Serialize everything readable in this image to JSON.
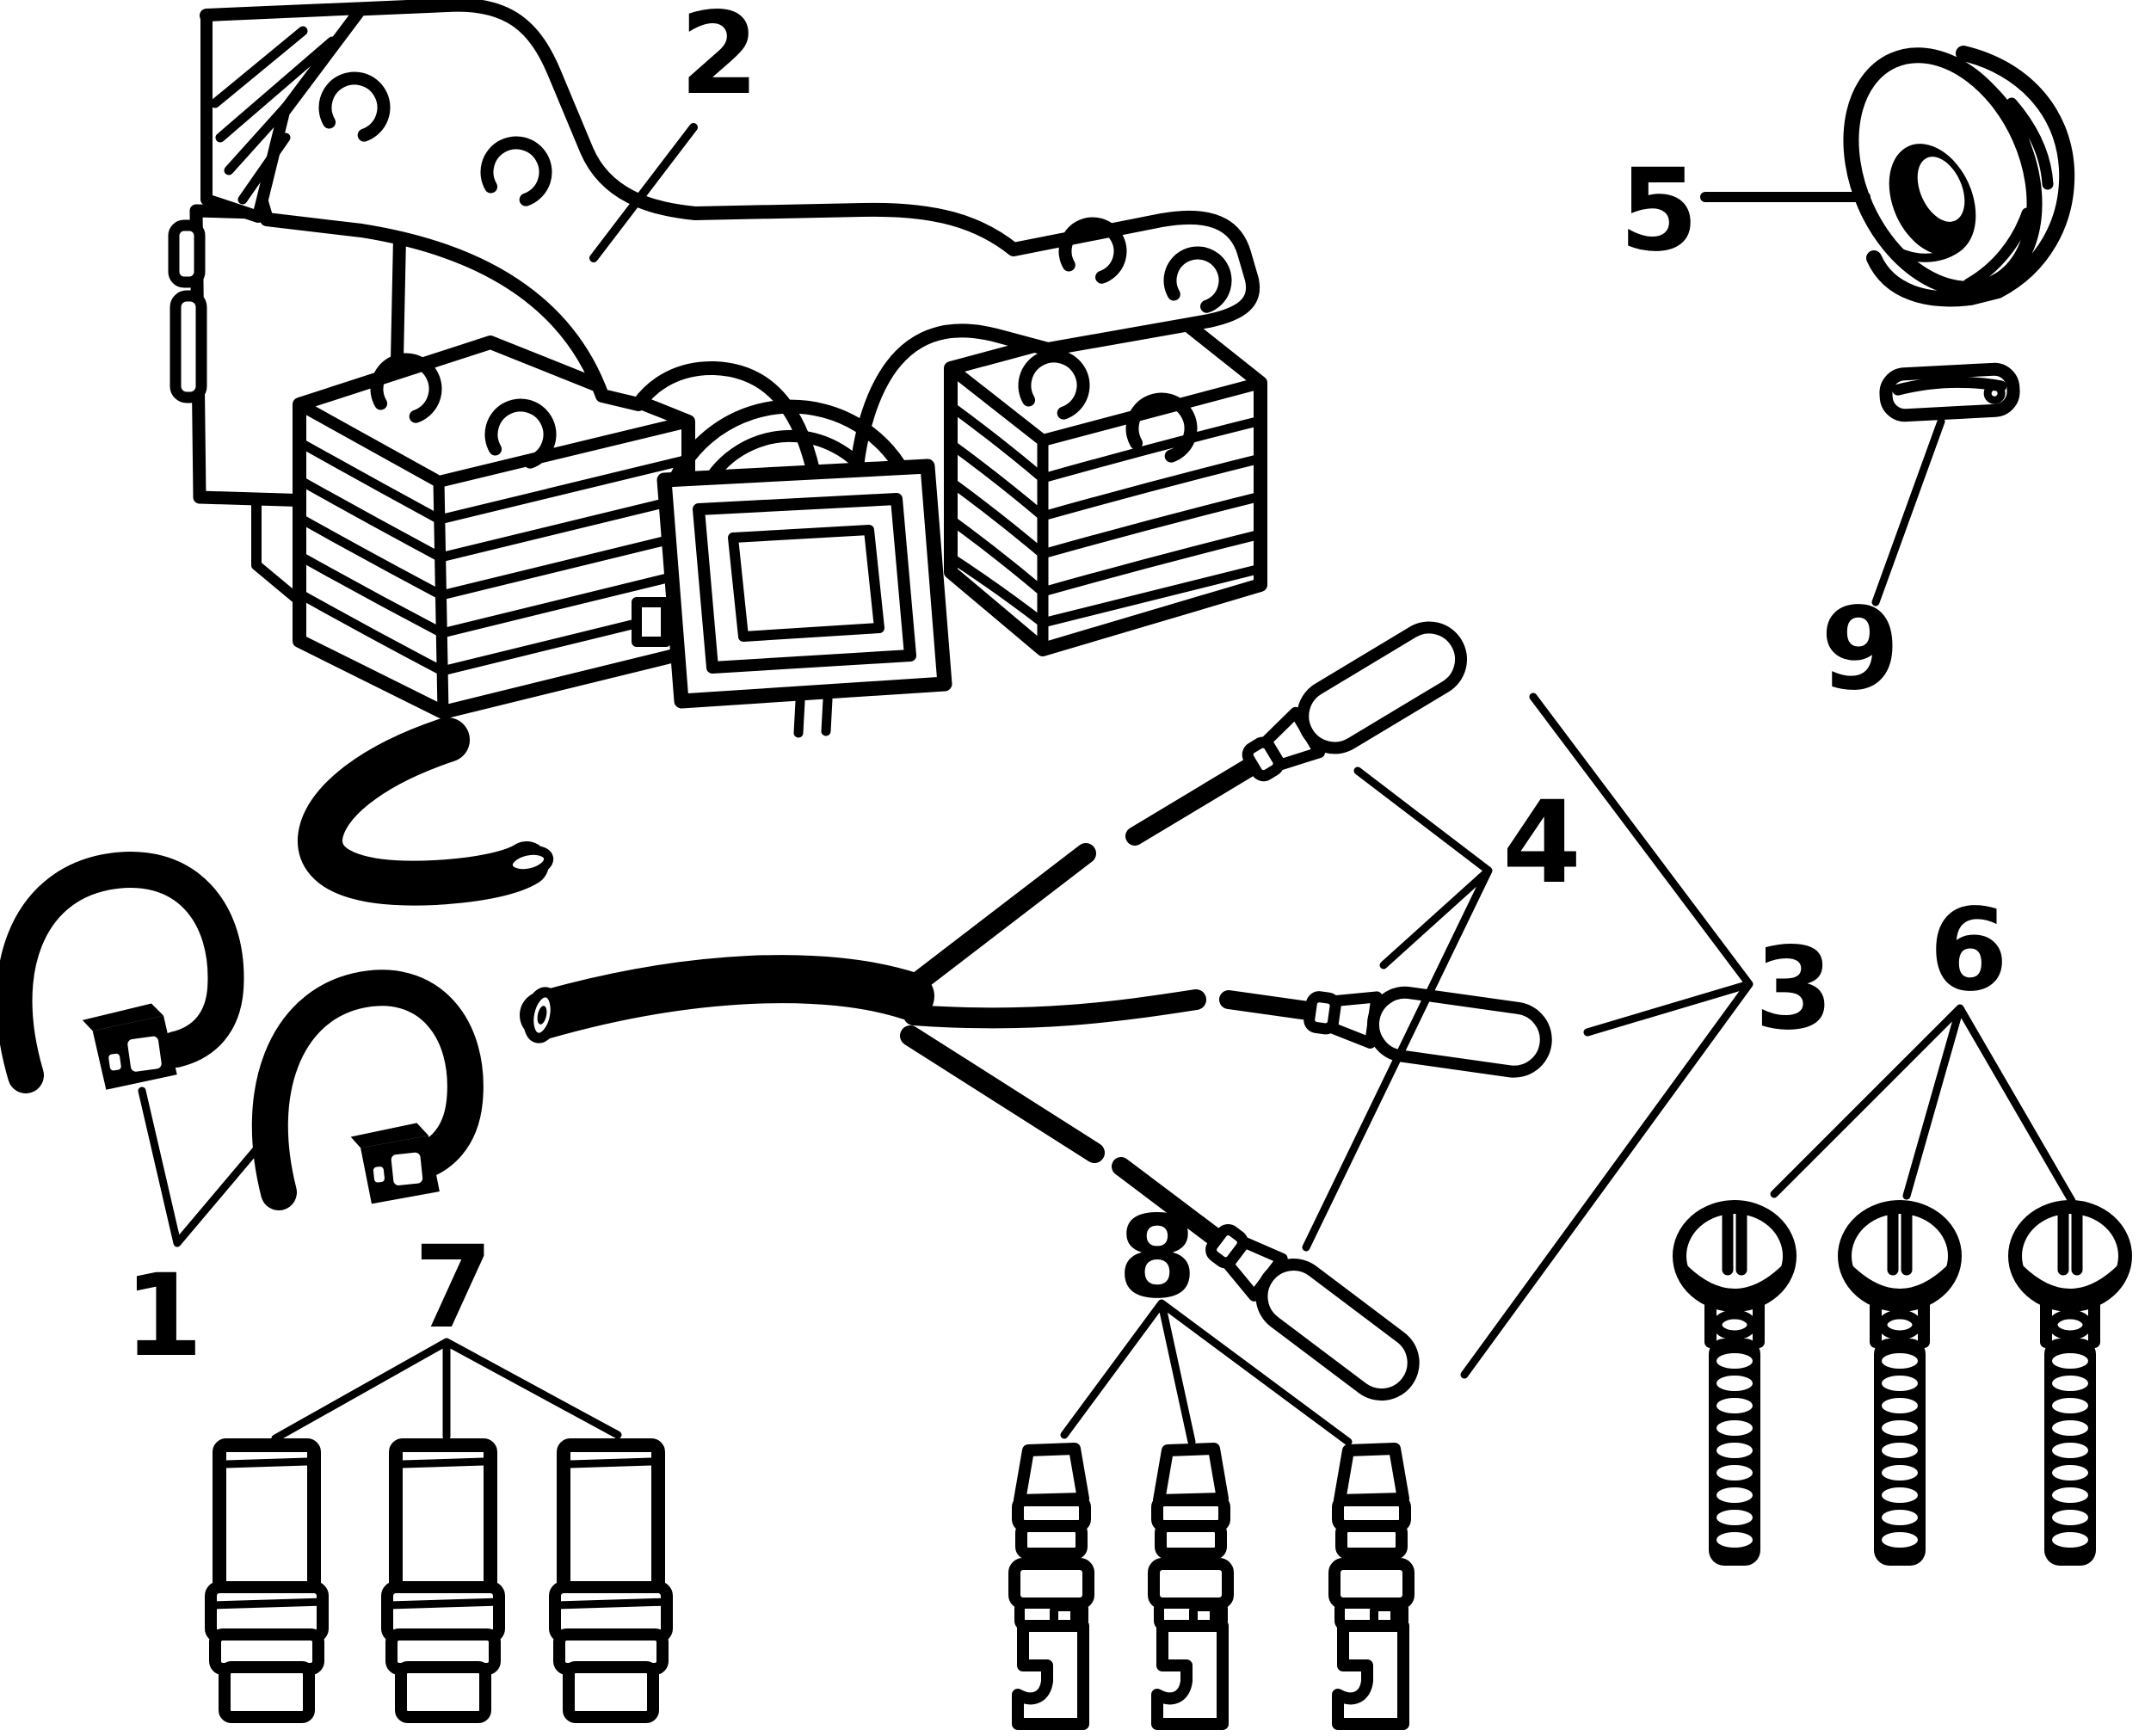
{
  "figure": {
    "background": "#ffffff",
    "ink": "#000000"
  },
  "callouts": {
    "c1": "1",
    "c2": "2",
    "c3": "3",
    "c4": "4",
    "c5": "5",
    "c6": "6",
    "c7": "7",
    "c8": "8",
    "c9": "9"
  }
}
